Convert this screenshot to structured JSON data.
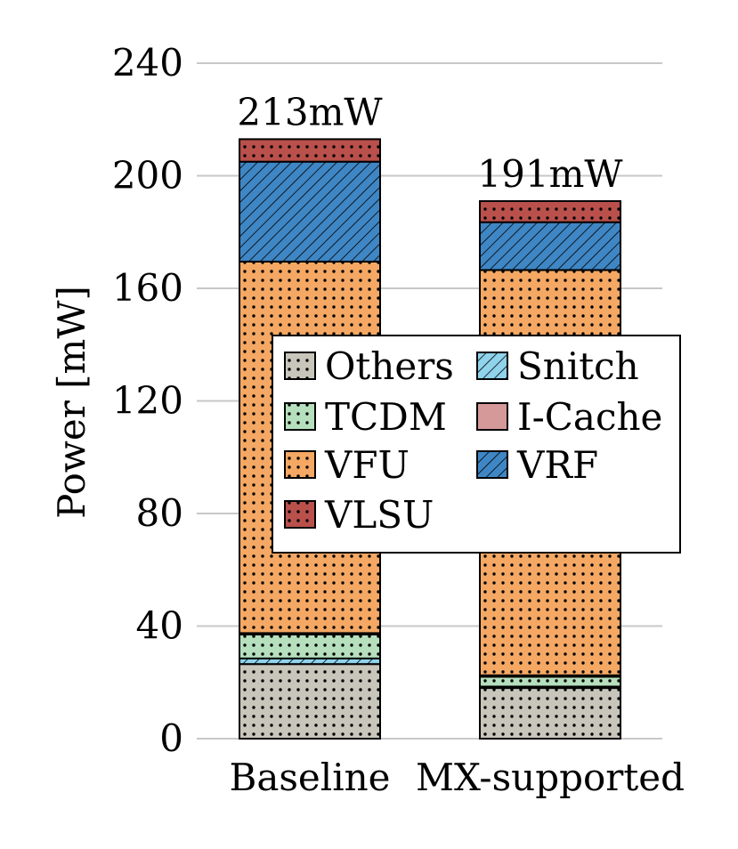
{
  "chart_data": {
    "type": "bar",
    "stacked": true,
    "ylabel": "Power [mW]",
    "ylim": [
      0,
      240
    ],
    "yticks": [
      0,
      40,
      80,
      120,
      160,
      200,
      240
    ],
    "grid": "horizontal",
    "legend_placement": "center-right",
    "categories": [
      "Baseline",
      "MX-supported"
    ],
    "totals": [
      "213mW",
      "191mW"
    ],
    "series": [
      {
        "name": "Others",
        "values": [
          26.5,
          18.0
        ],
        "color": "#c8c6bb",
        "pattern": "dots"
      },
      {
        "name": "Snitch",
        "values": [
          2.0,
          0.5
        ],
        "color": "#8fd3ec",
        "pattern": "hatch"
      },
      {
        "name": "TCDM",
        "values": [
          8.5,
          3.5
        ],
        "color": "#b5dfbd",
        "pattern": "dots"
      },
      {
        "name": "I-Cache",
        "values": [
          0.5,
          0.5
        ],
        "color": "#d59999",
        "pattern": "none"
      },
      {
        "name": "VFU",
        "values": [
          132,
          144
        ],
        "color": "#f4a864",
        "pattern": "dots"
      },
      {
        "name": "VRF",
        "values": [
          35.5,
          17
        ],
        "color": "#3f86c4",
        "pattern": "hatch"
      },
      {
        "name": "VLSU",
        "values": [
          8.0,
          7.5
        ],
        "color": "#b9504b",
        "pattern": "dots"
      }
    ],
    "legend_order": [
      "Others",
      "Snitch",
      "TCDM",
      "I-Cache",
      "VFU",
      "VRF",
      "VLSU"
    ]
  }
}
